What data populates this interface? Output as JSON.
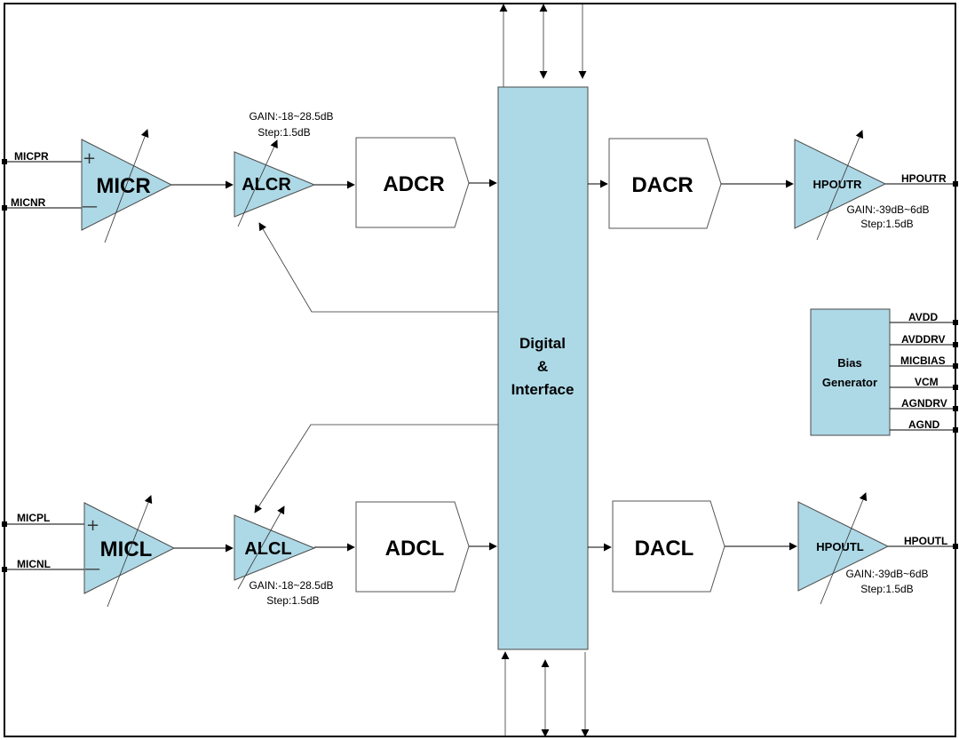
{
  "pins": {
    "micpr": "MICPR",
    "micnr": "MICNR",
    "micpl": "MICPL",
    "micnl": "MICNL",
    "hpoutr": "HPOUTR",
    "hpoutl": "HPOUTL",
    "avdd": "AVDD",
    "avddrv": "AVDDRV",
    "micbias": "MICBIAS",
    "vcm": "VCM",
    "agndrv": "AGNDRV",
    "agnd": "AGND"
  },
  "blocks": {
    "micr": "MICR",
    "micl": "MICL",
    "alcr": "ALCR",
    "alcl": "ALCL",
    "adcr": "ADCR",
    "adcl": "ADCL",
    "dacr": "DACR",
    "dacl": "DACL",
    "hpoutr": "HPOUTR",
    "hpoutl": "HPOUTL",
    "digital_line1": "Digital",
    "digital_line2": "&",
    "digital_line3": "Interface",
    "bias_line1": "Bias",
    "bias_line2": "Generator"
  },
  "annotations": {
    "alcr_gain": "GAIN:-18~28.5dB",
    "alcr_step": "Step:1.5dB",
    "alcl_gain": "GAIN:-18~28.5dB",
    "alcl_step": "Step:1.5dB",
    "hpoutr_gain": "GAIN:-39dB~6dB",
    "hpoutr_step": "Step:1.5dB",
    "hpoutl_gain": "GAIN:-39dB~6dB",
    "hpoutl_step": "Step:1.5dB"
  },
  "symbols": {
    "plus": "+",
    "minus": "—"
  },
  "colors": {
    "block_fill": "#add8e6",
    "border": "#000000"
  }
}
